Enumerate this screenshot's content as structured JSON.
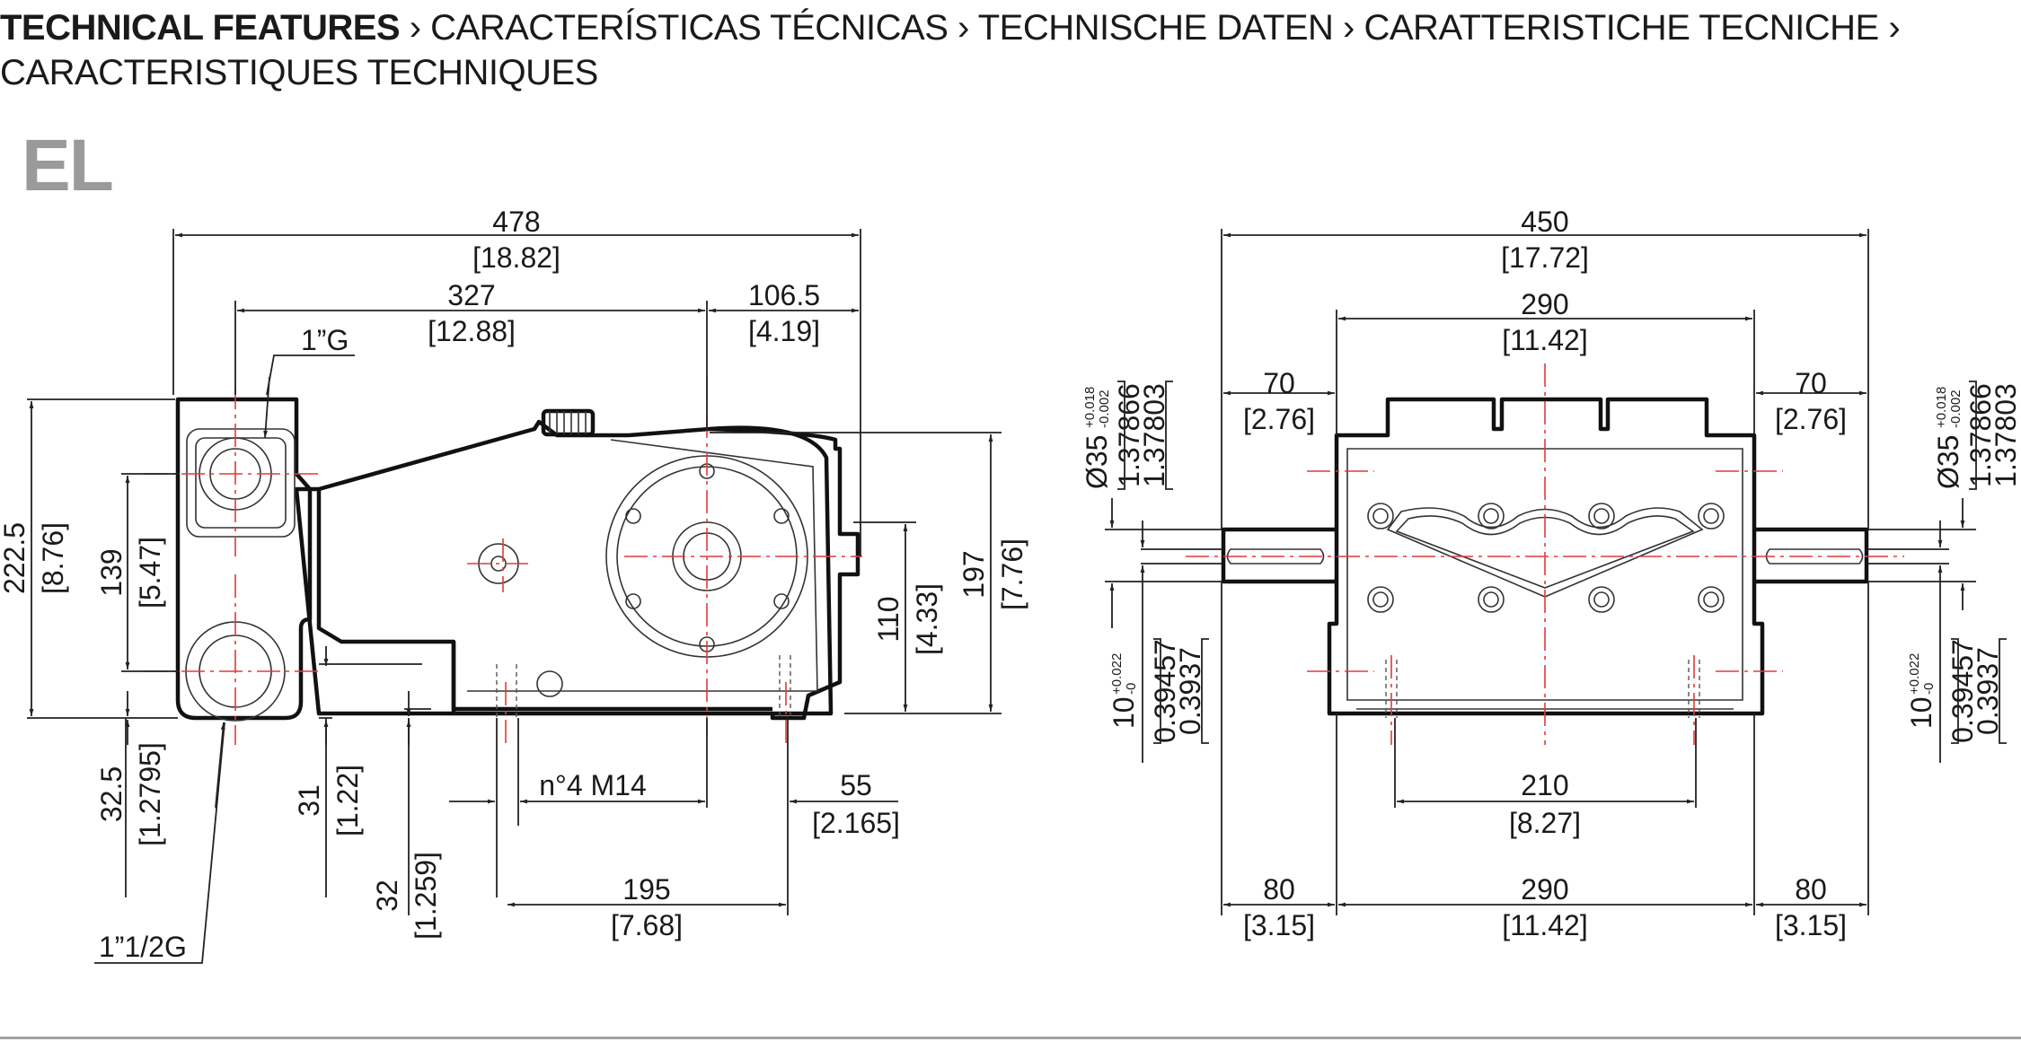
{
  "header": {
    "title_bold": "TECHNICAL FEATURES",
    "title_rest_line1": " › CARACTERÍSTICAS TÉCNICAS › TECHNISCHE DATEN ›  CARATTERISTICHE TECNICHE ›",
    "title_line2": "CARACTERISTIQUES TECHNIQUES"
  },
  "model": "EL",
  "side_view": {
    "overall_length": "478",
    "overall_length_in": "[18.82]",
    "length_327": "327",
    "length_327_in": "[12.88]",
    "length_106_5": "106.5",
    "length_106_5_in": "[4.19]",
    "inlet_thread": "1”G",
    "outlet_thread": "1”1/2G",
    "height_222_5": "222.5",
    "height_222_5_in": "[8.76]",
    "height_139": "139",
    "height_139_in": "[5.47]",
    "height_197": "197",
    "height_197_in": "[7.76]",
    "height_110": "110",
    "height_110_in": "[4.33]",
    "height_32_5": "32.5",
    "height_32_5_in": "[1.2795]",
    "height_31": "31",
    "height_31_in": "[1.22]",
    "height_32": "32",
    "height_32_in": "[1.259]",
    "mount_bolts": "n°4 M14",
    "length_55": "55",
    "length_55_in": "[2.165]",
    "length_195": "195",
    "length_195_in": "[7.68]"
  },
  "front_view": {
    "overall_width": "450",
    "overall_width_in": "[17.72]",
    "width_290_top": "290",
    "width_290_top_in": "[11.42]",
    "shaft_70_left": "70",
    "shaft_70_left_in": "[2.76]",
    "shaft_70_right": "70",
    "shaft_70_right_in": "[2.76]",
    "shaft_dia": "Ø35",
    "shaft_dia_tol_plus": "+0.018",
    "shaft_dia_tol_minus": "-0.002",
    "shaft_dia_in_max": "1.37866",
    "shaft_dia_in_min": "1.37803",
    "key": "10",
    "key_tol_plus": "+0.022",
    "key_tol_minus": "-0",
    "key_in_max": "0.39457",
    "key_in_min": "0.3937",
    "width_210": "210",
    "width_210_in": "[8.27]",
    "foot_80_left": "80",
    "foot_80_left_in": "[3.15]",
    "width_290_bottom": "290",
    "width_290_bottom_in": "[11.42]",
    "foot_80_right": "80",
    "foot_80_right_in": "[3.15]"
  },
  "colors": {
    "centerline": "#e23a3a",
    "model_label": "#9a9a9a",
    "outline": "#111111"
  }
}
